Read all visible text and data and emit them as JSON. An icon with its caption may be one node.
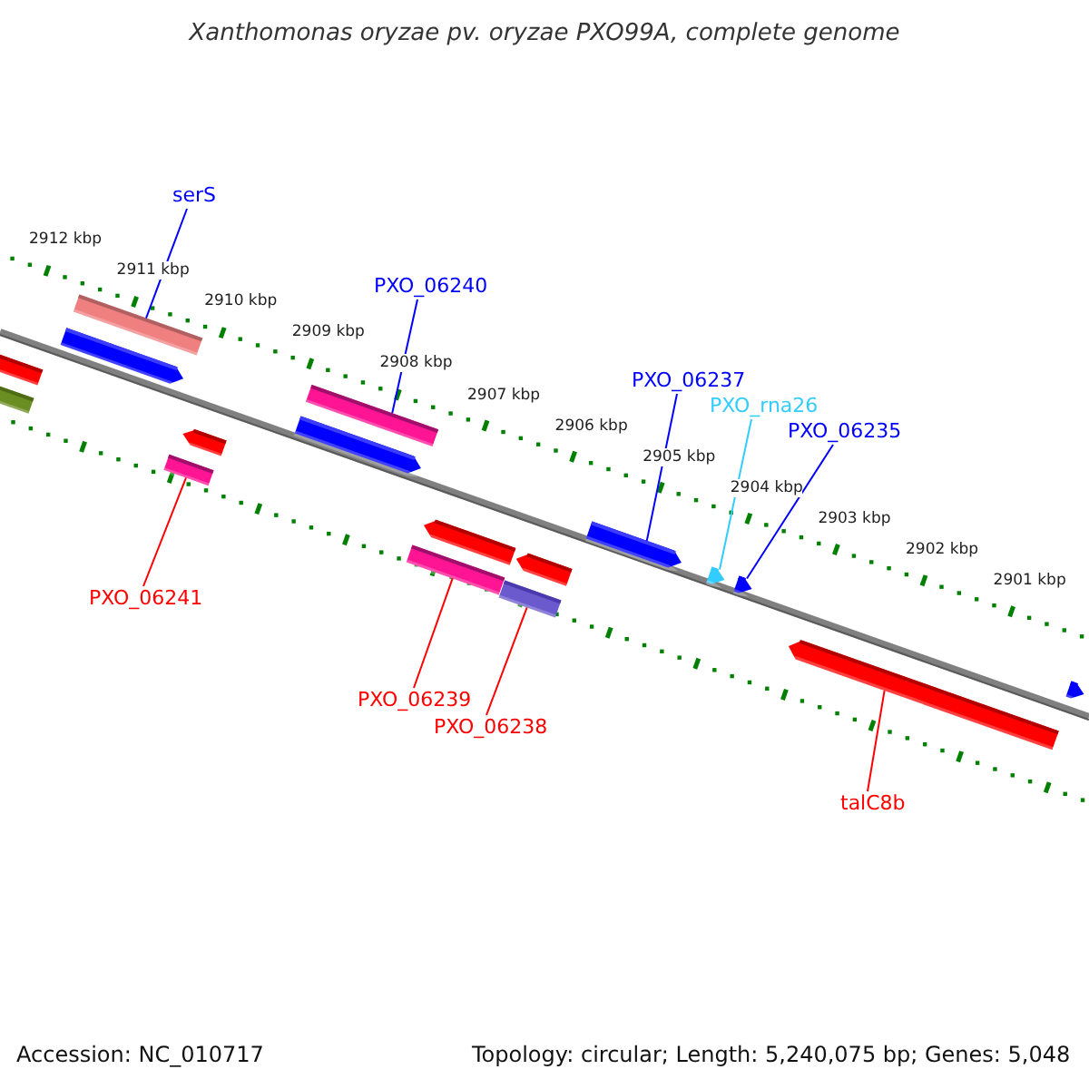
{
  "diagram": {
    "title": "Xanthomonas oryzae pv. oryzae PXO99A, complete genome",
    "nodes": [
      {
        "text": [
          "serS"
        ]
      },
      {
        "text": [
          "PXO_06240"
        ]
      },
      {
        "text": [
          "PXO_06237"
        ]
      },
      {
        "text": [
          "PXO_rna26"
        ]
      },
      {
        "text": [
          "PXO_06235"
        ]
      },
      {
        "text": [
          "PXO_06241"
        ]
      },
      {
        "text": [
          "PXO_06239"
        ]
      },
      {
        "text": [
          "PXO_06238"
        ]
      },
      {
        "text": [
          "talC8b"
        ]
      },
      {
        "text": [],
        "shape": "bar"
      },
      {
        "text": [],
        "shape": "bar"
      },
      {
        "text": [],
        "shape": "arrow"
      },
      {
        "text": [],
        "shape": "bar"
      },
      {
        "text": [],
        "shape": "bar"
      },
      {
        "text": [],
        "shape": "arrow"
      },
      {
        "text": [],
        "shape": "arrow"
      },
      {
        "text": [],
        "shape": "bar"
      },
      {
        "text": [],
        "shape": "bar"
      },
      {
        "text": [],
        "shape": "arrow"
      },
      {
        "text": [],
        "shape": "bar"
      },
      {
        "text": [],
        "shape": "arrow"
      },
      {
        "text": [],
        "shape": "arrow"
      },
      {
        "text": [],
        "shape": "arrow"
      },
      {
        "text": [],
        "shape": "arrow"
      },
      {
        "text": [],
        "shape": "arrow"
      },
      {
        "text": [],
        "shape": "arrow"
      }
    ],
    "edges": [
      {
        "from": 0,
        "to": 12,
        "arrow": "none",
        "color": "#0000ff"
      },
      {
        "from": 1,
        "to": 16,
        "arrow": "none",
        "color": "#0000ff"
      },
      {
        "from": 2,
        "to": 21,
        "arrow": "none",
        "color": "#0000ff"
      },
      {
        "from": 3,
        "to": 22,
        "arrow": "none",
        "color": "#33ccff"
      },
      {
        "from": 4,
        "to": 23,
        "arrow": "none",
        "color": "#0000ff"
      },
      {
        "from": 5,
        "to": 13,
        "arrow": "none",
        "color": "#ff0000"
      },
      {
        "from": 6,
        "to": 17,
        "arrow": "none",
        "color": "#ff0000"
      },
      {
        "from": 7,
        "to": 19,
        "arrow": "none",
        "color": "#ff0000"
      },
      {
        "from": 8,
        "to": 24,
        "arrow": "none",
        "color": "#ff0000"
      }
    ],
    "labels": [
      "2912 kbp",
      "2911 kbp",
      "2910 kbp",
      "2909 kbp",
      "2908 kbp",
      "2907 kbp",
      "2906 kbp",
      "2905 kbp",
      "2904 kbp",
      "2903 kbp",
      "2902 kbp",
      "2901 kbp",
      "Accession: NC_010717",
      "Topology: circular; Length: 5,240,075 bp; Genes: 5,048"
    ]
  }
}
